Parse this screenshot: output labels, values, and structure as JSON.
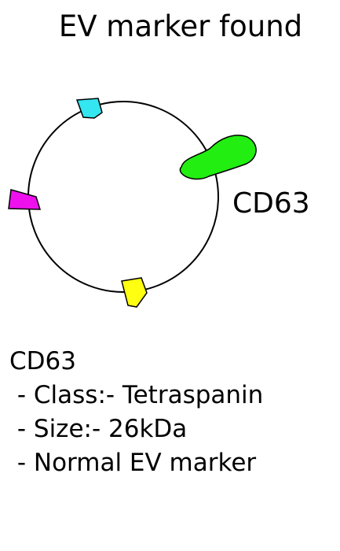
{
  "title": "EV marker found",
  "marker_label": "CD63",
  "info": {
    "name": "CD63",
    "lines": [
      " - Class:- Tetraspanin",
      " - Size:- 26kDa",
      " - Normal EV marker"
    ]
  },
  "colors": {
    "cyan_protein": "#33e6f0",
    "green_protein": "#22ee11",
    "magenta_protein": "#ee11ee",
    "yellow_protein": "#ffff11",
    "outline": "#000000"
  }
}
